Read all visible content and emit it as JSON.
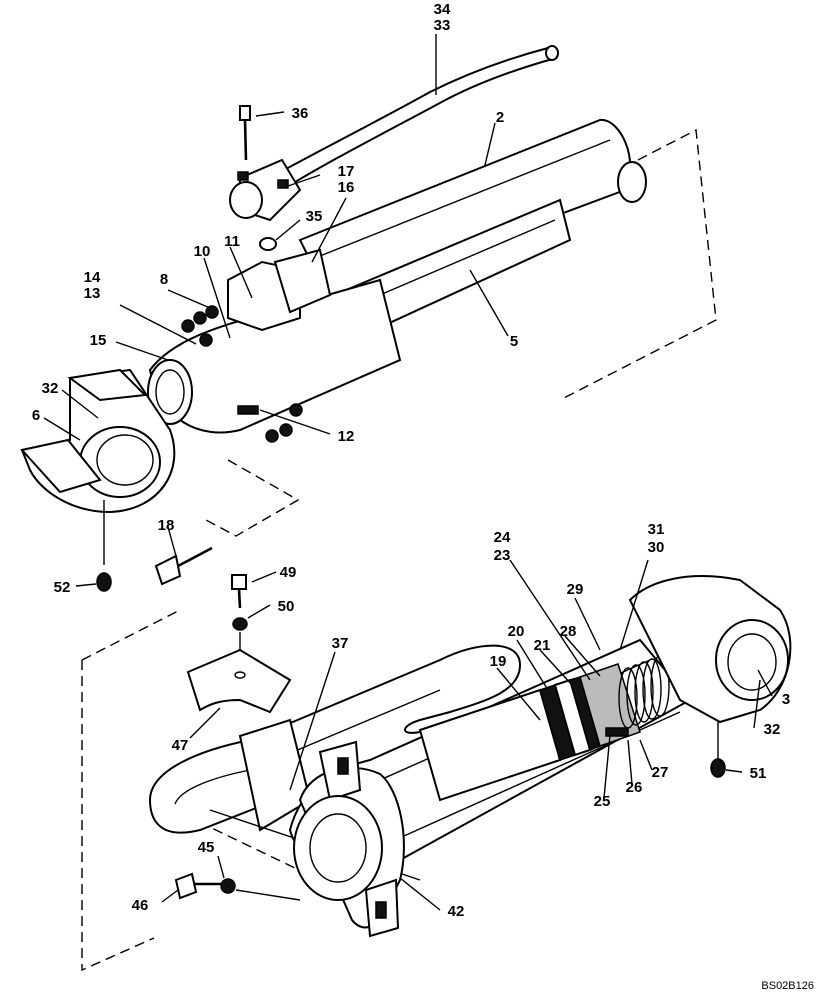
{
  "figure_code": "BS02B126",
  "callouts": {
    "c34": "34",
    "c33": "33",
    "c36": "36",
    "c2": "2",
    "c17": "17",
    "c16": "16",
    "c35": "35",
    "c10": "10",
    "c11": "11",
    "c14": "14",
    "c8": "8",
    "c13": "13",
    "c15": "15",
    "c5": "5",
    "c32a": "32",
    "c6": "6",
    "c12": "12",
    "c18": "18",
    "c52": "52",
    "c49": "49",
    "c50": "50",
    "c24": "24",
    "c23": "23",
    "c31": "31",
    "c30": "30",
    "c29": "29",
    "c37": "37",
    "c20": "20",
    "c21": "21",
    "c28": "28",
    "c19": "19",
    "c3": "3",
    "c32b": "32",
    "c47": "47",
    "c51": "51",
    "c27": "27",
    "c26": "26",
    "c25": "25",
    "c45": "45",
    "c46": "46",
    "c42": "42"
  }
}
